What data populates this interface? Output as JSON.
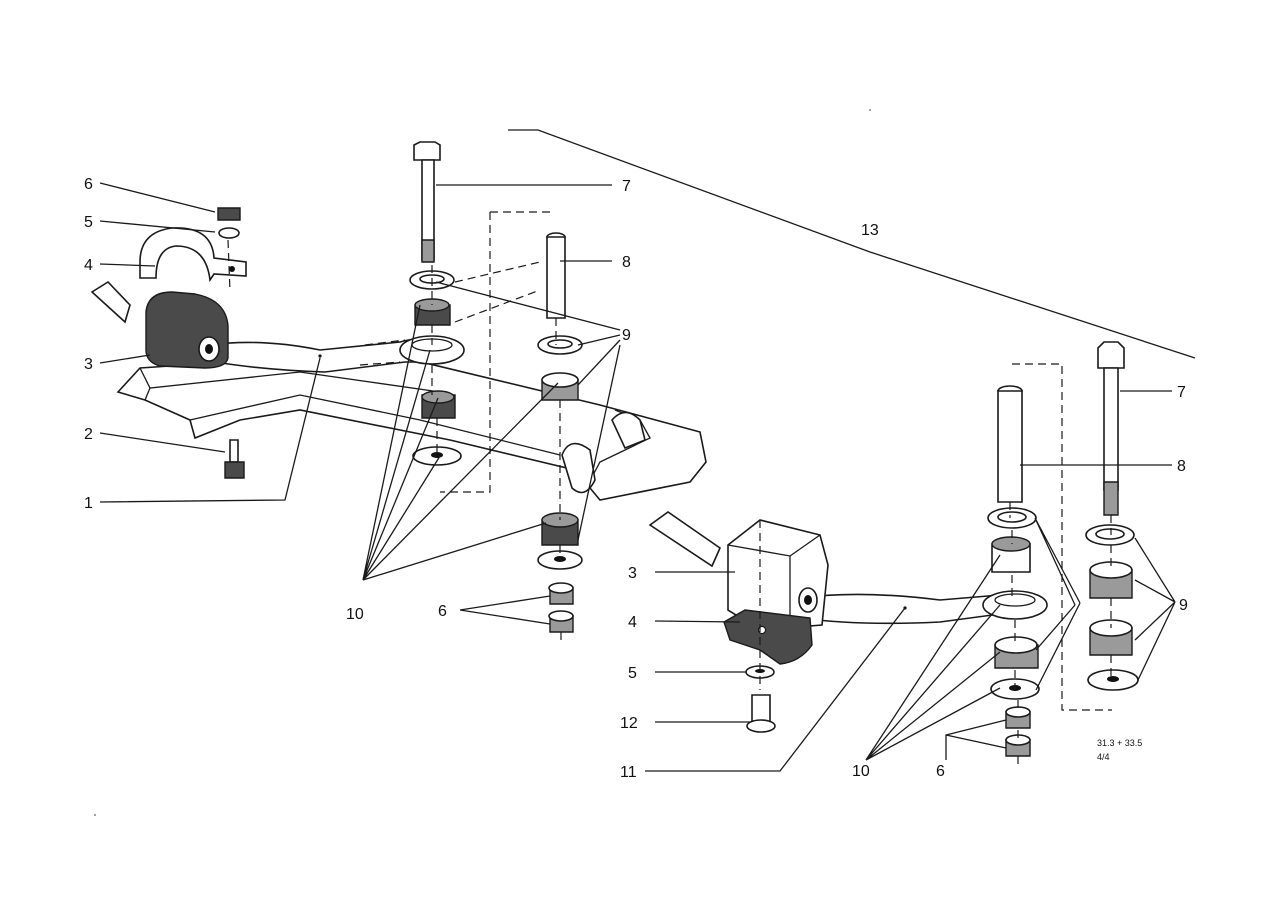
{
  "diagram": {
    "callouts": {
      "c1": "1",
      "c2": "2",
      "c3a": "3",
      "c4a": "4",
      "c5a": "5",
      "c6a": "6",
      "c7a": "7",
      "c8a": "8",
      "c9a": "9",
      "c10a": "10",
      "c6b": "6",
      "c13": "13",
      "c3b": "3",
      "c4b": "4",
      "c5b": "5",
      "c12": "12",
      "c11": "11",
      "c10b": "10",
      "c6c": "6",
      "c7b": "7",
      "c8b": "8",
      "c9b": "9"
    },
    "reference_code": "31.3 + 33.5",
    "sheet": "4/4"
  }
}
